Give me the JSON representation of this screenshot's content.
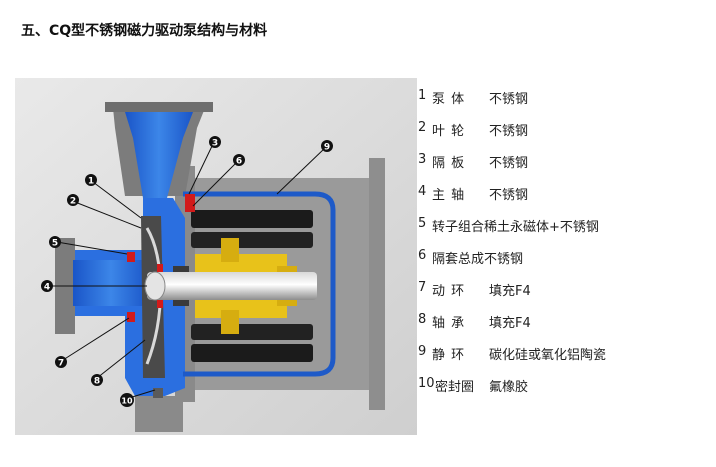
{
  "title": "五、CQ型不锈钢磁力驱动泵结构与材料",
  "diagram_labels": [
    "1",
    "2",
    "3",
    "4",
    "5",
    "6",
    "7",
    "8",
    "9",
    "10"
  ],
  "parts": [
    {
      "num": "1",
      "name": "泵 体",
      "material": "不锈钢"
    },
    {
      "num": "2",
      "name": "叶 轮",
      "material": "不锈钢"
    },
    {
      "num": "3",
      "name": "隔 板",
      "material": "不锈钢"
    },
    {
      "num": "4",
      "name": "主 轴",
      "material": "不锈钢"
    },
    {
      "num": "5",
      "name": "转子组合稀土永磁体+不锈钢",
      "material": ""
    },
    {
      "num": "6",
      "name": "隔套总成不锈钢",
      "material": ""
    },
    {
      "num": "7",
      "name": "动 环",
      "material": "填充F4"
    },
    {
      "num": "8",
      "name": "轴 承",
      "material": "填充F4"
    },
    {
      "num": "9",
      "name": "静 环",
      "material": "碳化硅或氧化铝陶瓷"
    },
    {
      "num": "10",
      "name": "密封圈",
      "material": "氟橡胶"
    }
  ]
}
